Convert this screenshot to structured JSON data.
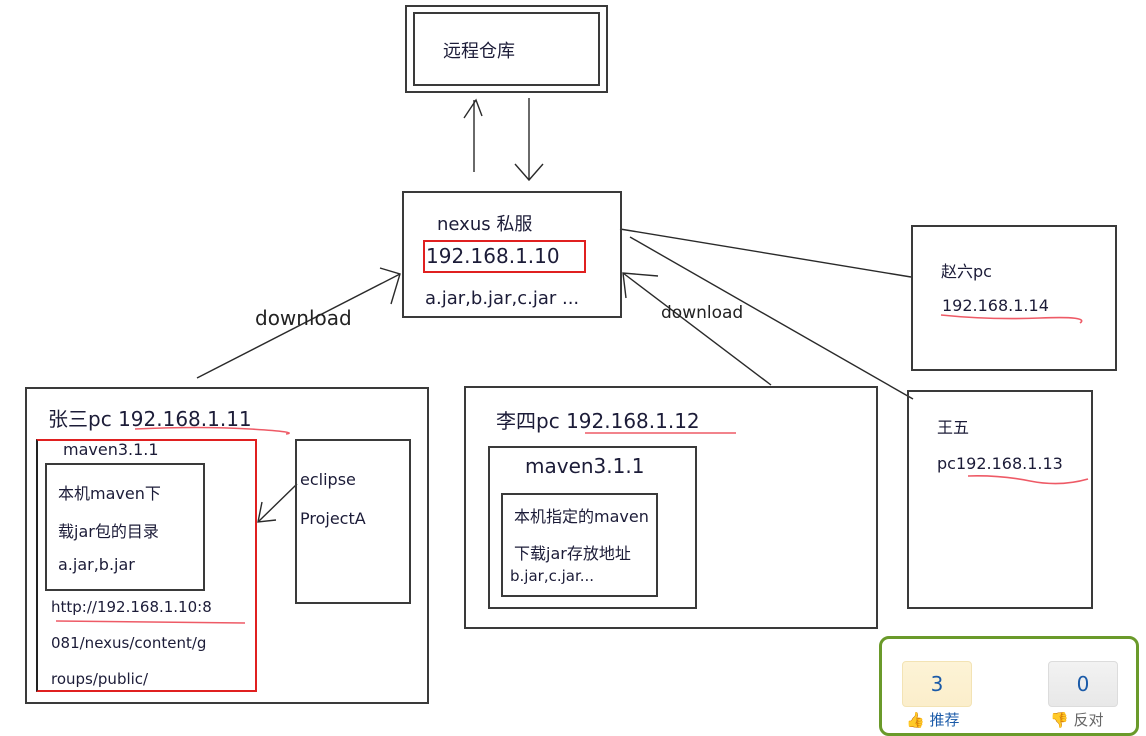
{
  "remote_repo": {
    "label": "远程仓库"
  },
  "nexus": {
    "title": "nexus 私服",
    "ip": "192.168.1.10",
    "jars": "a.jar,b.jar,c.jar ..."
  },
  "edges": {
    "download_left": "download",
    "download_right": "download"
  },
  "zhangsan": {
    "title": "张三pc",
    "ip": "192.168.1.11",
    "maven_version": "maven3.1.1",
    "local_repo_lines": [
      "本机maven下",
      "载jar包的目录",
      "a.jar,b.jar"
    ],
    "url_lines": [
      "http://192.168.1.10:8",
      "081/nexus/content/g",
      "roups/public/"
    ],
    "eclipse_lines": [
      "eclipse",
      "ProjectA"
    ]
  },
  "lisi": {
    "title": "李四pc",
    "ip": "192.168.1.12",
    "maven_version": "maven3.1.1",
    "local_repo_lines": [
      "本机指定的maven",
      "下载jar存放地址",
      "b.jar,c.jar..."
    ]
  },
  "zhaoliu": {
    "title": "赵六pc",
    "ip": "192.168.1.14"
  },
  "wangwu": {
    "title": "王五",
    "ip_line": "pc192.168.1.13"
  },
  "vote": {
    "up_count": "3",
    "up_label": "推荐",
    "down_count": "0",
    "down_label": "反对"
  }
}
